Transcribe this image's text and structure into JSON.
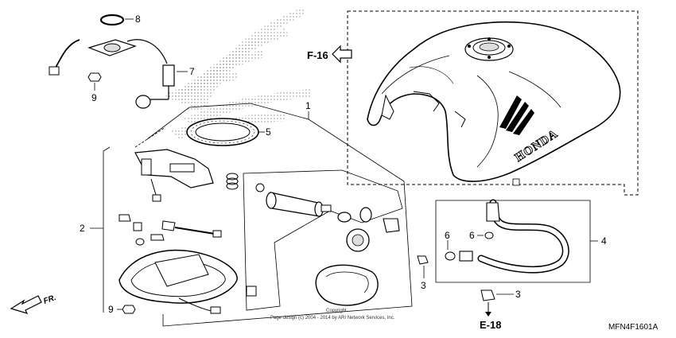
{
  "diagram": {
    "diagram_code": "MFN4F1601A",
    "copyright_line1": "Copyright",
    "copyright_line2": "Page design (c) 2004 - 2014 by ARI Network Services, Inc.",
    "direction_label": "FR.",
    "ref_f16": "F-16",
    "ref_e18": "E-18",
    "tank_brand": "HONDA",
    "callouts": {
      "c1": "1",
      "c2": "2",
      "c3a": "3",
      "c3b": "3",
      "c4": "4",
      "c5": "5",
      "c6a": "6",
      "c6b": "6",
      "c7": "7",
      "c8": "8",
      "c9a": "9",
      "c9b": "9"
    }
  }
}
